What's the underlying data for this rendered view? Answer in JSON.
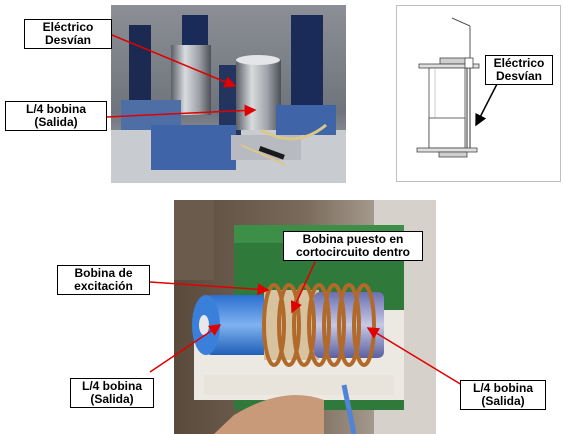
{
  "labels": {
    "top_photo_electrico": [
      "Eléctrico",
      "Desvían"
    ],
    "top_photo_bobina": [
      "L/4 bobina",
      "(Salida)"
    ],
    "diagram_electrico": [
      "Eléctrico",
      "Desvían"
    ],
    "bottom_bobina_puesto": [
      "Bobina puesto en",
      "cortocircuito dentro"
    ],
    "bottom_bobina_excitacion": [
      "Bobina de",
      "excitación"
    ],
    "bottom_left_bobina": [
      "L/4 bobina",
      "(Salida)"
    ],
    "bottom_right_bobina": [
      "L/4 bobina",
      "(Salida)"
    ]
  },
  "colors": {
    "arrow_red": "#e00000",
    "arrow_black": "#000000",
    "coil_blue": "#3a7fd8",
    "box_green": "#2f7a3a"
  }
}
